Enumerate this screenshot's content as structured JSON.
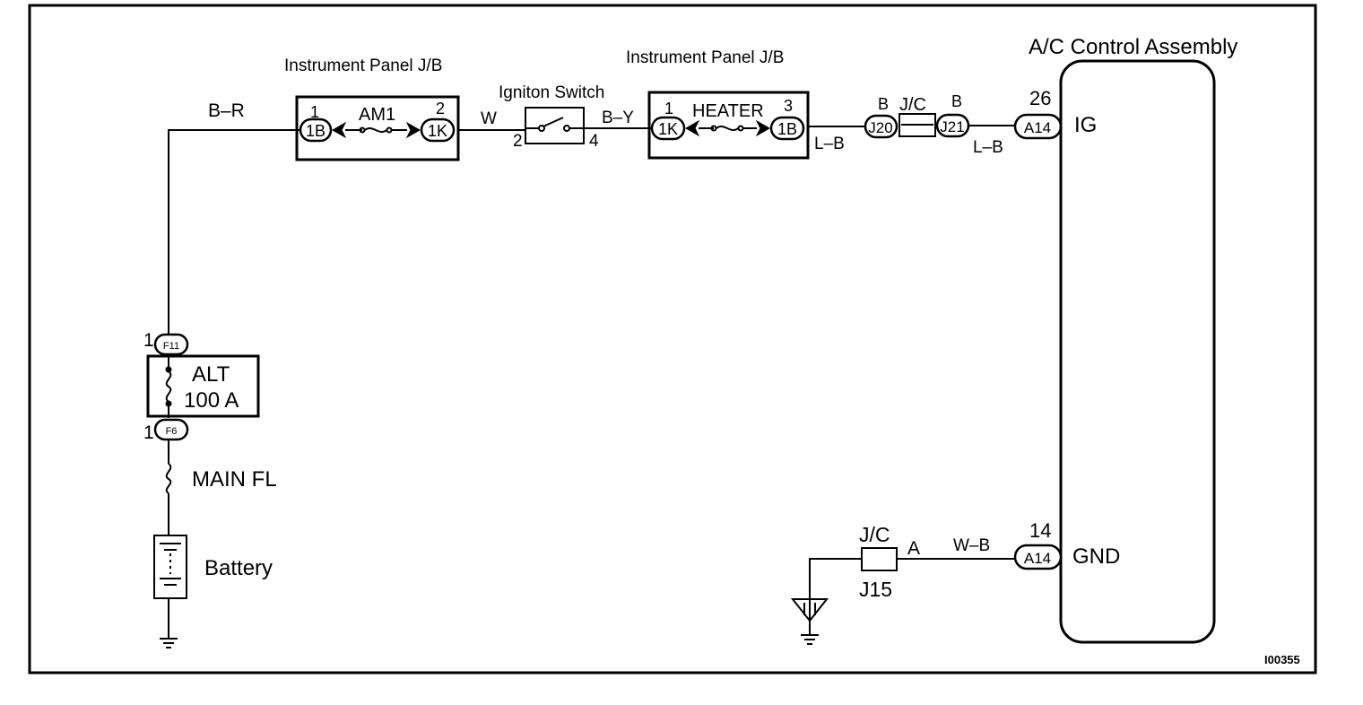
{
  "title": "",
  "figure_id": "I00355",
  "labels": {
    "panel_jb_left": "Instrument Panel J/B",
    "panel_jb_right": "Instrument Panel J/B",
    "ignition_switch": "Igniton Switch",
    "ac_assembly": "A/C Control Assembly",
    "am1": "AM1",
    "heater": "HEATER",
    "alt": "ALT",
    "alt_rating": "100 A",
    "main_fl": "MAIN FL",
    "battery": "Battery",
    "jc_top": "J/C",
    "jc_bottom": "J/C",
    "j15": "J15",
    "ig": "IG",
    "gnd": "GND"
  },
  "wires": {
    "b_r": "B–R",
    "w": "W",
    "b_y": "B–Y",
    "l_b_1": "L–B",
    "l_b_2": "L–B",
    "w_b": "W–B",
    "b_left": "B",
    "b_right": "B",
    "a": "A"
  },
  "pins": {
    "am1_in": "1",
    "am1_out": "2",
    "ign_in": "2",
    "ign_out": "4",
    "heater_in": "1",
    "heater_out": "3",
    "ig_pin": "26",
    "gnd_pin": "14",
    "f11_pin": "1",
    "f6_pin": "1"
  },
  "connectors": {
    "c_1b_left": "1B",
    "c_1k_left": "1K",
    "c_1k_right": "1K",
    "c_1b_right": "1B",
    "c_j20": "J20",
    "c_j21": "J21",
    "c_a14_ig": "A14",
    "c_a14_gnd": "A14",
    "c_f11": "F11",
    "c_f6": "F6"
  }
}
